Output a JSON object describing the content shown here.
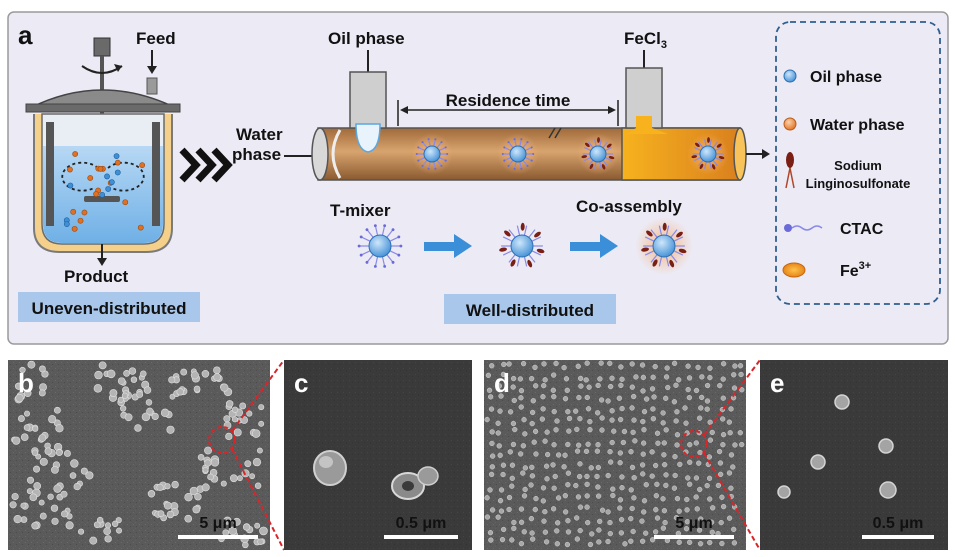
{
  "panel_a": {
    "letter": "a",
    "reactor": {
      "feed": "Feed",
      "product": "Product",
      "badge": "Uneven-distributed"
    },
    "flow": {
      "water_phase_line1": "Water",
      "water_phase_line2": "phase",
      "oil_phase": "Oil phase",
      "fecl3_main": "FeCl",
      "fecl3_sub": "3",
      "residence_time": "Residence time",
      "t_mixer": "T-mixer",
      "co_assembly": "Co-assembly",
      "badge": "Well-distributed"
    },
    "legend": {
      "oil_phase": "Oil phase",
      "water_phase": "Water phase",
      "sodium_line1": "Sodium",
      "sodium_line2": "Linginosulfonate",
      "ctac": "CTAC",
      "fe_main": "Fe",
      "fe_sup": "3+"
    }
  },
  "micrographs": [
    {
      "letter": "b",
      "scale": "5 μm"
    },
    {
      "letter": "c",
      "scale": "0.5 μm"
    },
    {
      "letter": "d",
      "scale": "5 μm"
    },
    {
      "letter": "e",
      "scale": "0.5 μm"
    }
  ],
  "colors": {
    "panel_bg": "#eceaf5",
    "legend_border": "#2f5f8f",
    "badge_bg": "#a9c7ea",
    "badge_text": "#d9252a",
    "oil_blue": "#5ba7e0",
    "water_orange": "#f08a3c",
    "fe_orange": "#f39a1e",
    "tube_brown": "#c8935c",
    "arrow_blue": "#3a8fd8",
    "callout_red": "#d9252a"
  }
}
